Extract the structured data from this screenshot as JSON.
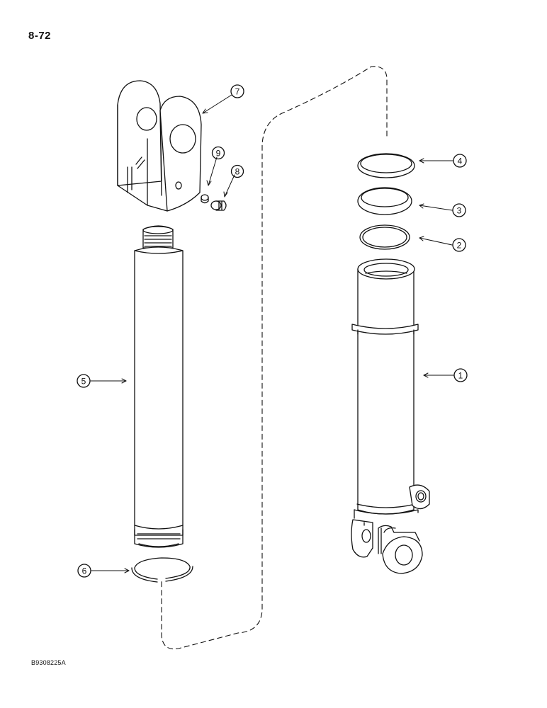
{
  "page": {
    "page_number": "8-72",
    "figure_code": "B9308225A"
  },
  "callouts": [
    {
      "id": "1",
      "label": "1"
    },
    {
      "id": "2",
      "label": "2"
    },
    {
      "id": "3",
      "label": "3"
    },
    {
      "id": "4",
      "label": "4"
    },
    {
      "id": "5",
      "label": "5"
    },
    {
      "id": "6",
      "label": "6"
    },
    {
      "id": "7",
      "label": "7"
    },
    {
      "id": "8",
      "label": "8"
    },
    {
      "id": "9",
      "label": "9"
    }
  ],
  "colors": {
    "line": "#111111",
    "background": "#ffffff"
  }
}
